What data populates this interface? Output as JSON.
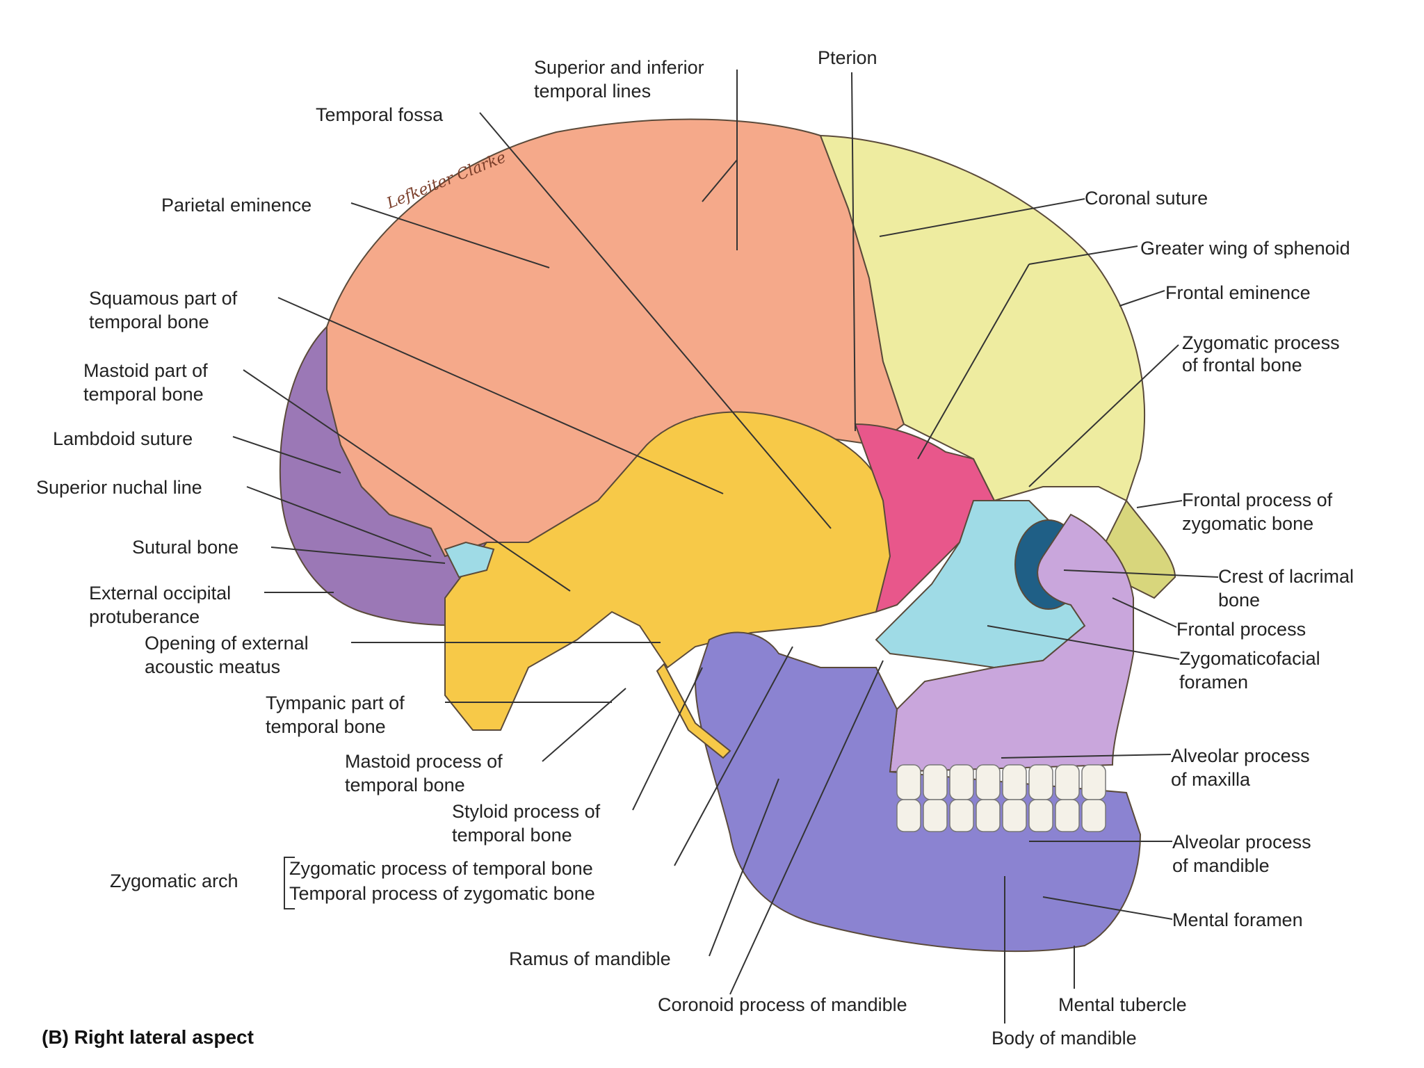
{
  "caption": "(B) Right lateral aspect",
  "signature": "Lefkeiter Clarke",
  "colors": {
    "parietal": "#f5a98a",
    "frontal": "#eeeca0",
    "temporal": "#f7c948",
    "occipital": "#9b78b6",
    "sphenoid": "#e8578b",
    "zygomatic": "#9fdbe6",
    "maxilla": "#c9a6dc",
    "mandible": "#8b83d1",
    "nasal": "#d8d67c",
    "orbit": "#1f5f86",
    "teeth": "#f4f1e8",
    "line": "#333333"
  },
  "labels": {
    "superior_inferior_temporal_lines_1": "Superior and inferior",
    "superior_inferior_temporal_lines_2": "temporal lines",
    "pterion": "Pterion",
    "temporal_fossa": "Temporal fossa",
    "parietal_eminence": "Parietal eminence",
    "coronal_suture": "Coronal suture",
    "greater_wing_sphenoid": "Greater wing of sphenoid",
    "frontal_eminence": "Frontal eminence",
    "squamous_1": "Squamous part of",
    "squamous_2": "temporal bone",
    "zygomatic_process_frontal_1": "Zygomatic process",
    "zygomatic_process_frontal_2": "of frontal bone",
    "mastoid_part_1": "Mastoid part of",
    "mastoid_part_2": "temporal bone",
    "lambdoid_suture": "Lambdoid suture",
    "superior_nuchal_line": "Superior nuchal line",
    "frontal_process_zygomatic_1": "Frontal process of",
    "frontal_process_zygomatic_2": "zygomatic bone",
    "sutural_bone": "Sutural bone",
    "crest_lacrimal_1": "Crest of lacrimal",
    "crest_lacrimal_2": "bone",
    "external_occipital_1": "External occipital",
    "external_occipital_2": "protuberance",
    "frontal_process": "Frontal process",
    "opening_meatus_1": "Opening of external",
    "opening_meatus_2": "acoustic meatus",
    "zygomaticofacial_1": "Zygomaticofacial",
    "zygomaticofacial_2": "foramen",
    "tympanic_1": "Tympanic part of",
    "tympanic_2": "temporal bone",
    "mastoid_process_1": "Mastoid process of",
    "mastoid_process_2": "temporal bone",
    "alveolar_maxilla_1": "Alveolar process",
    "alveolar_maxilla_2": "of maxilla",
    "styloid_1": "Styloid process of",
    "styloid_2": "temporal bone",
    "alveolar_mandible_1": "Alveolar process",
    "alveolar_mandible_2": "of mandible",
    "zygomatic_arch": "Zygomatic arch",
    "zyg_proc_temporal": "Zygomatic process of temporal bone",
    "temp_proc_zygomatic": "Temporal process of zygomatic bone",
    "mental_foramen": "Mental foramen",
    "ramus": "Ramus of mandible",
    "coronoid": "Coronoid process of mandible",
    "mental_tubercle": "Mental tubercle",
    "body_mandible": "Body of mandible"
  }
}
